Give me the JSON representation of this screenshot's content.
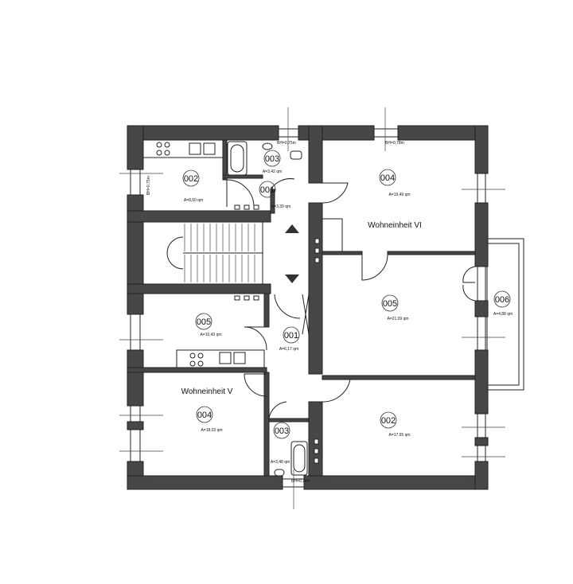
{
  "plan": {
    "units": {
      "unit_vi": "Wohneinheit VI",
      "unit_v": "Wohneinheit V"
    },
    "rooms": [
      {
        "number": "002",
        "area": "A=8,50 qm"
      },
      {
        "number": "003",
        "area": "A=3,42 qm"
      },
      {
        "number": "001",
        "area": "A=3,39 qm"
      },
      {
        "number": "004",
        "area": "A=19,49 qm"
      },
      {
        "number": "005",
        "area": "A=21,09 qm"
      },
      {
        "number": "006",
        "area": "A=4,88 qm"
      },
      {
        "number": "005",
        "area": "A=10,43 qm"
      },
      {
        "number": "001",
        "area": "A=6,17 qm"
      },
      {
        "number": "004",
        "area": "A=18,03 qm"
      },
      {
        "number": "003",
        "area": "A=3,48 qm"
      },
      {
        "number": "002",
        "area": "A=17,65 qm"
      }
    ],
    "sill_heights": {
      "top_bath": "BH=0,75m",
      "top_right": "BH=0,78m",
      "left_kitchen": "BH=0,75m",
      "bottom_bath": "BH=0,78m"
    },
    "colors": {
      "wall": "#474747",
      "line": "#222222",
      "background": "#ffffff"
    }
  }
}
